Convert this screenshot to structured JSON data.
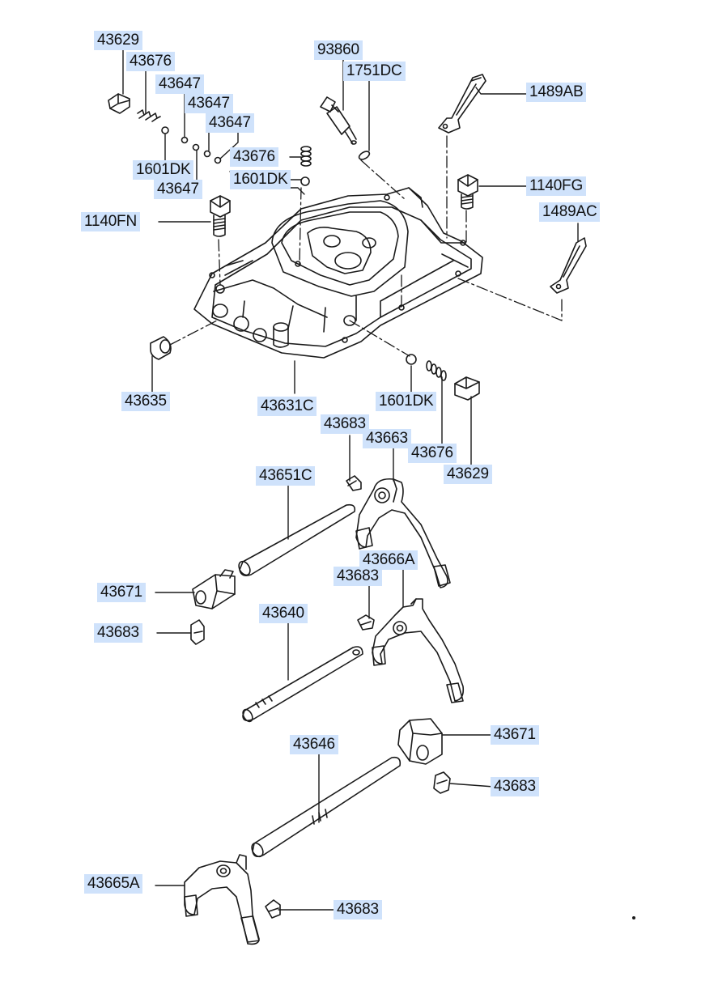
{
  "diagram": {
    "labels": [
      "43629",
      "43676",
      "43647",
      "43647",
      "43647",
      "1601DK",
      "43647",
      "93860",
      "1751DC",
      "1489AB",
      "43676",
      "1601DK",
      "1140FG",
      "1489AC",
      "1140FN",
      "43635",
      "43631C",
      "1601DK",
      "43683",
      "43663",
      "43676",
      "43629",
      "43651C",
      "43666A",
      "43683",
      "43671",
      "43683",
      "43640",
      "43671",
      "43646",
      "43683",
      "43665A",
      "43683"
    ]
  },
  "colors": {
    "label_bg": "#cfe2fb",
    "line": "#1a1a1a"
  }
}
